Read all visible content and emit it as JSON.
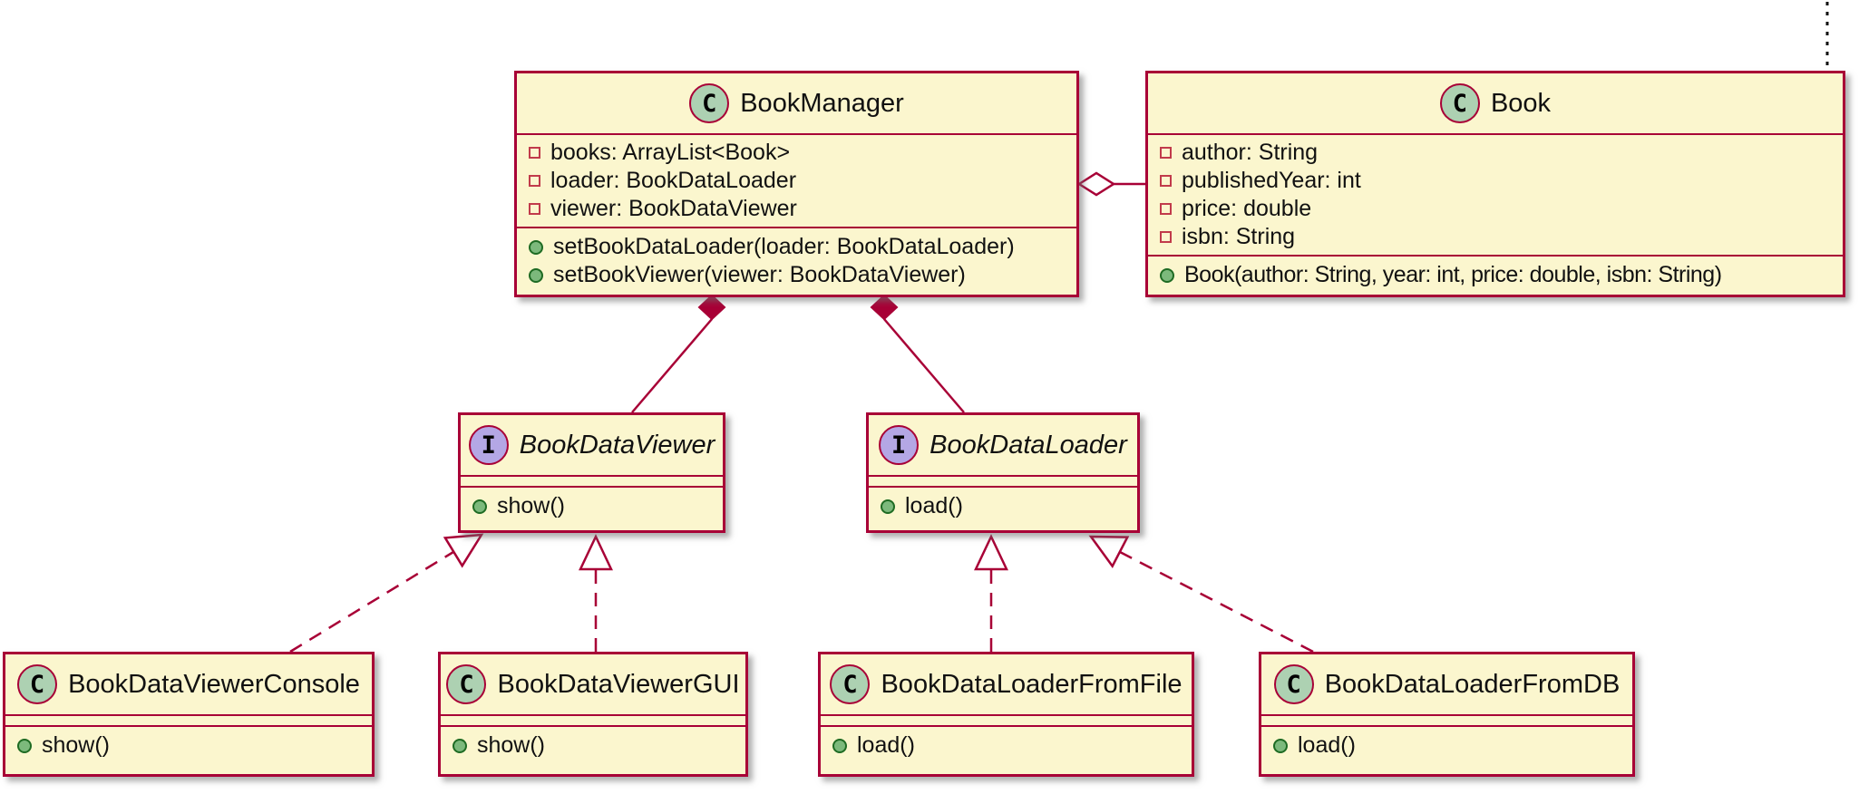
{
  "diagram_type": "uml-class-diagram",
  "colors": {
    "box_fill": "#FBF6CE",
    "box_border": "#A80036",
    "class_circle_fill": "#ADD1B2",
    "interface_circle_fill": "#B4A7E5",
    "public_method_dot": "#7CB97C",
    "private_field_square": "#C13B4B",
    "connector": "#A80036"
  },
  "classes": [
    {
      "stereotype": "C",
      "name": "BookManager",
      "attributes": [
        "books: ArrayList<Book>",
        "loader: BookDataLoader",
        "viewer: BookDataViewer"
      ],
      "methods": [
        "setBookDataLoader(loader: BookDataLoader)",
        "setBookViewer(viewer: BookDataViewer)"
      ]
    },
    {
      "stereotype": "C",
      "name": "Book",
      "attributes": [
        "author: String",
        "publishedYear: int",
        "price: double",
        "isbn: String"
      ],
      "methods": [
        "Book(author: String, year: int, price: double, isbn: String)"
      ]
    },
    {
      "stereotype": "I",
      "name": "BookDataViewer",
      "attributes": [],
      "methods": [
        "show()"
      ]
    },
    {
      "stereotype": "I",
      "name": "BookDataLoader",
      "attributes": [],
      "methods": [
        "load()"
      ]
    },
    {
      "stereotype": "C",
      "name": "BookDataViewerConsole",
      "attributes": [],
      "methods": [
        "show()"
      ]
    },
    {
      "stereotype": "C",
      "name": "BookDataViewerGUI",
      "attributes": [],
      "methods": [
        "show()"
      ]
    },
    {
      "stereotype": "C",
      "name": "BookDataLoaderFromFile",
      "attributes": [],
      "methods": [
        "load()"
      ]
    },
    {
      "stereotype": "C",
      "name": "BookDataLoaderFromDB",
      "attributes": [],
      "methods": [
        "load()"
      ]
    }
  ],
  "relationships": [
    {
      "type": "aggregation",
      "from": "BookManager",
      "to": "Book"
    },
    {
      "type": "composition",
      "from": "BookManager",
      "to": "BookDataViewer"
    },
    {
      "type": "composition",
      "from": "BookManager",
      "to": "BookDataLoader"
    },
    {
      "type": "realization",
      "from": "BookDataViewerConsole",
      "to": "BookDataViewer"
    },
    {
      "type": "realization",
      "from": "BookDataViewerGUI",
      "to": "BookDataViewer"
    },
    {
      "type": "realization",
      "from": "BookDataLoaderFromFile",
      "to": "BookDataLoader"
    },
    {
      "type": "realization",
      "from": "BookDataLoaderFromDB",
      "to": "BookDataLoader"
    }
  ]
}
